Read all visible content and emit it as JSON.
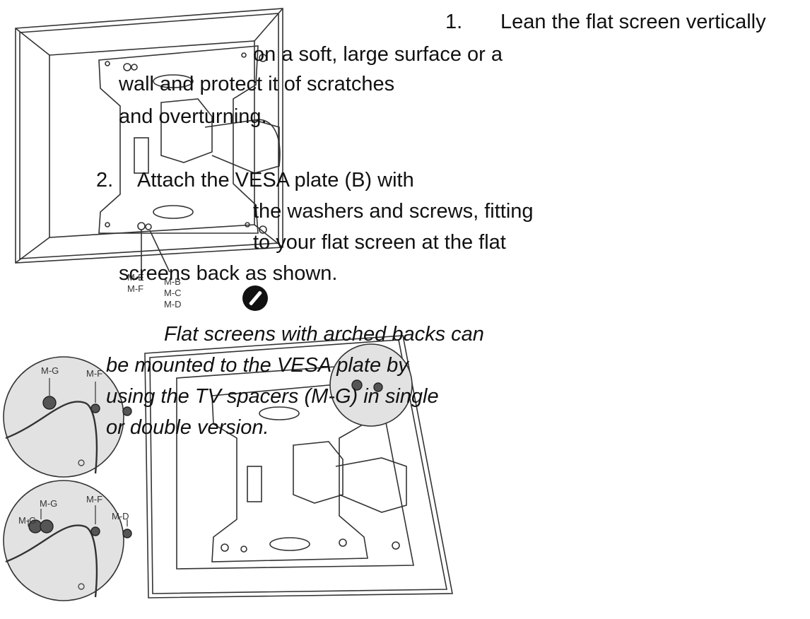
{
  "step1": {
    "number": "1.",
    "lines": [
      "Lean the flat screen vertically",
      "on a soft, large surface or a",
      "wall and protect it of scratches",
      "and overturning."
    ]
  },
  "step2": {
    "number": "2.",
    "lines": [
      "Attach the VESA plate (B) with",
      "the washers and screws, fitting",
      "to your flat screen at the flat",
      "screens back as shown."
    ]
  },
  "note": {
    "icon": "note-pencil-icon",
    "lines": [
      "Flat screens with arched backs can",
      "be mounted to the VESA plate by",
      "using the TV spacers (M-G) in single",
      "or double version."
    ]
  },
  "part_labels": {
    "top": [
      "M-E",
      "M-F",
      "M-B",
      "M-C",
      "M-D"
    ],
    "detail_single": [
      "M-G",
      "M-F"
    ],
    "detail_double": [
      "M-G",
      "M-G",
      "M-F",
      "M-D"
    ]
  },
  "colors": {
    "text": "#111111",
    "line": "#333333",
    "circle_fill": "#e2e2e2"
  }
}
